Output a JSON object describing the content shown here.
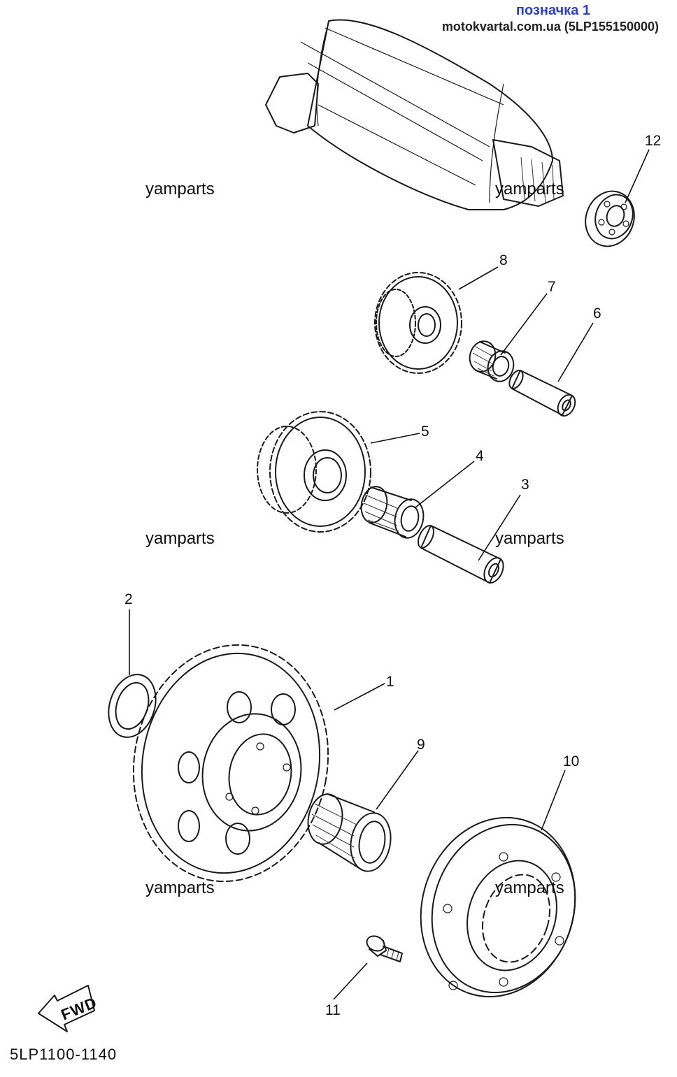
{
  "header": {
    "title": "позначка 1",
    "source": "motokvartal.com.ua (5LP155150000)"
  },
  "watermark": "yamparts",
  "diagram_code": "5LP1100-1140",
  "fwd_label": "FWD",
  "callouts": [
    "1",
    "2",
    "3",
    "4",
    "5",
    "6",
    "7",
    "8",
    "9",
    "10",
    "11",
    "12"
  ]
}
